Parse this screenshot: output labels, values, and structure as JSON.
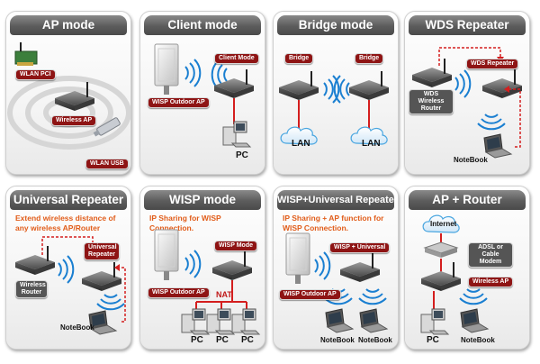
{
  "panels": [
    {
      "title": "AP mode",
      "labels": {
        "pci": "WLAN PCI",
        "ap": "Wireless AP",
        "usb": "WLAN USB"
      }
    },
    {
      "title": "Client mode",
      "labels": {
        "device": "Client Mode",
        "outdoor": "WISP Outdoor AP",
        "pc": "PC"
      }
    },
    {
      "title": "Bridge mode",
      "labels": {
        "bridge1": "Bridge",
        "bridge2": "Bridge",
        "lan1": "LAN",
        "lan2": "LAN"
      }
    },
    {
      "title": "WDS Repeater",
      "labels": {
        "repeater": "WDS Repeater",
        "router": "WDS Wireless Router",
        "notebook": "NoteBook"
      }
    },
    {
      "title": "Universal Repeater",
      "desc": "Extend wireless distance of any wireless AP/Router",
      "labels": {
        "router": "Wireless Router",
        "repeater": "Universal Repeater",
        "notebook": "NoteBook"
      }
    },
    {
      "title": "WISP mode",
      "desc": "IP Sharing for WISP Connection.",
      "labels": {
        "device": "WISP Mode",
        "outdoor": "WISP Outdoor AP",
        "nat": "NAT",
        "pc1": "PC",
        "pc2": "PC",
        "pc3": "PC"
      }
    },
    {
      "title": "WISP+Universal Repeater",
      "desc": "IP Sharing + AP function for WISP Connection.",
      "labels": {
        "device": "WISP + Universal",
        "outdoor": "WISP Outdoor AP",
        "nb1": "NoteBook",
        "nb2": "NoteBook"
      }
    },
    {
      "title": "AP + Router",
      "labels": {
        "internet": "Internet",
        "modem": "ADSL or Cable Modem",
        "ap": "Wireless AP",
        "pc": "PC",
        "nb": "NoteBook"
      }
    }
  ],
  "colors": {
    "accent": "#e15c19",
    "label_red": "#8e1414",
    "link_red": "#d41e1e",
    "title_gray": "#5c5c5c"
  }
}
